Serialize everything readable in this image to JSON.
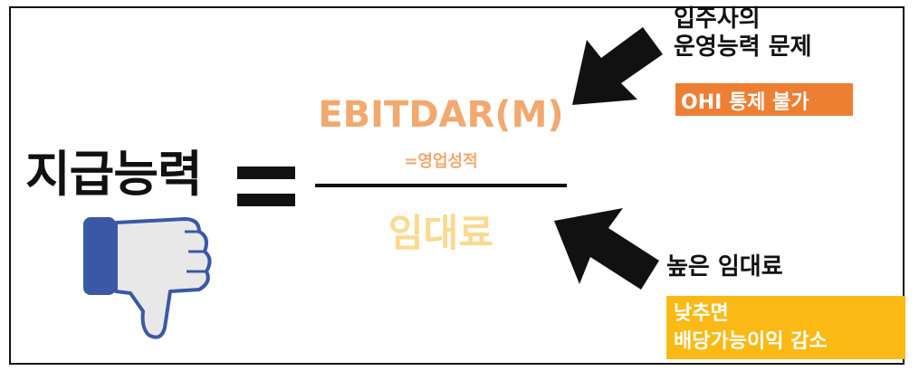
{
  "formula": {
    "lhs": "지급능력",
    "equals": "=",
    "numerator": "EBITDAR(M)",
    "numerator_note": "=영업성적",
    "denominator": "임대료"
  },
  "callouts": {
    "top": {
      "line1": "입주사의",
      "line2": "운영능력 문제",
      "tag": "OHI 통제 불가"
    },
    "bottom": {
      "line1": "높은 임대료",
      "tag_line1": "낮추면",
      "tag_line2": "배당가능이익 감소"
    }
  },
  "icons": {
    "thumb": "thumbs-down-icon",
    "arrow_top": "arrow-down-left-icon",
    "arrow_bottom": "arrow-up-left-icon"
  },
  "colors": {
    "numerator": "#f2a86f",
    "denominator": "#fbd98e",
    "tag_top": "#ee7e32",
    "tag_bottom": "#fbb916",
    "thumb_fill": "#e8e8e8",
    "thumb_stroke": "#3b58a5",
    "thumb_cuff": "#3b58a5"
  }
}
